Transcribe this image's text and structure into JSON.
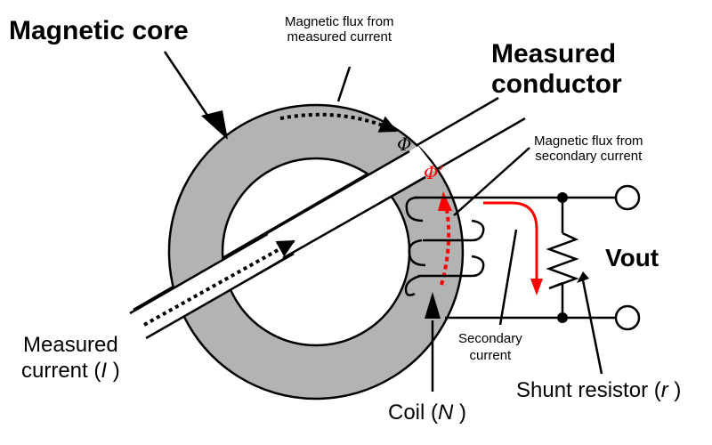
{
  "labels": {
    "magnetic_core": "Magnetic core",
    "flux_measured": [
      "Magnetic flux from",
      "measured current"
    ],
    "measured_conductor": [
      "Measured",
      "conductor"
    ],
    "flux_secondary": [
      "Magnetic flux from",
      "secondary current"
    ],
    "vout": "Vout",
    "measured_current": {
      "line1": "Measured",
      "line2_prefix": "current (",
      "var": "I",
      "suffix": " )"
    },
    "secondary_current": [
      "Secondary",
      "current"
    ],
    "coil": {
      "prefix": "Coil (",
      "var": "N",
      "suffix": " )"
    },
    "shunt_resistor": {
      "prefix": "Shunt resistor (",
      "var": "r",
      "suffix": " )"
    }
  },
  "symbols": {
    "phi": "Φ",
    "phi_prime": "Φ’"
  },
  "colors": {
    "core_fill": "#b3b3b3",
    "stroke": "#000000",
    "secondary_flux": "#ff0000",
    "background": "#ffffff"
  }
}
